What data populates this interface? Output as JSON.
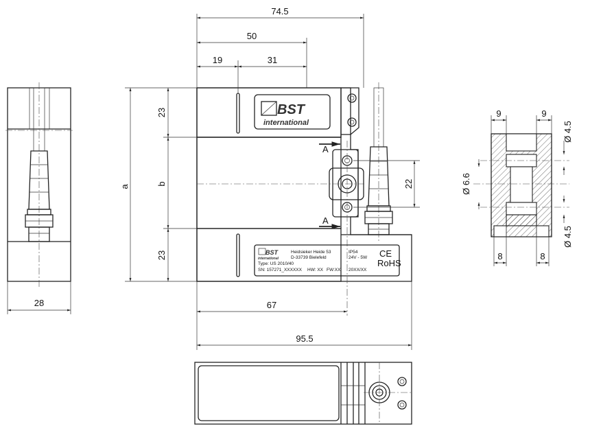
{
  "dimensions": {
    "overall_top": "74.5",
    "slot_depth": "50",
    "edge_19": "19",
    "edge_31": "31",
    "arm_top": "23",
    "arm_bottom": "23",
    "total_height": "a",
    "gap": "b",
    "hole_spacing": "22",
    "pos_67": "67",
    "overall_length": "95.5",
    "side_width": "28",
    "section_9_left": "9",
    "section_9_right": "9",
    "dia_top": "Ø 4.5",
    "dia_mid": "Ø 6.6",
    "dia_bottom": "Ø 4.5",
    "section_8_left": "8",
    "section_8_right": "8"
  },
  "section_markers": [
    "A",
    "A"
  ],
  "logo": {
    "brand": "BST",
    "sub": "international"
  },
  "type_plate": {
    "address_line1": "Heidsieker Heide 53",
    "address_line2": "D-33739 Bielefeld",
    "type_line": "Type: US 2010/40",
    "serial_line": "SN: 157271_XXXXXX",
    "hw": "HW: XX",
    "fw": "FW:XX",
    "rating": "IP54",
    "power": "24V - 5W",
    "date": "20XX/XX",
    "ce": "CE",
    "rohs": "RoHS"
  }
}
